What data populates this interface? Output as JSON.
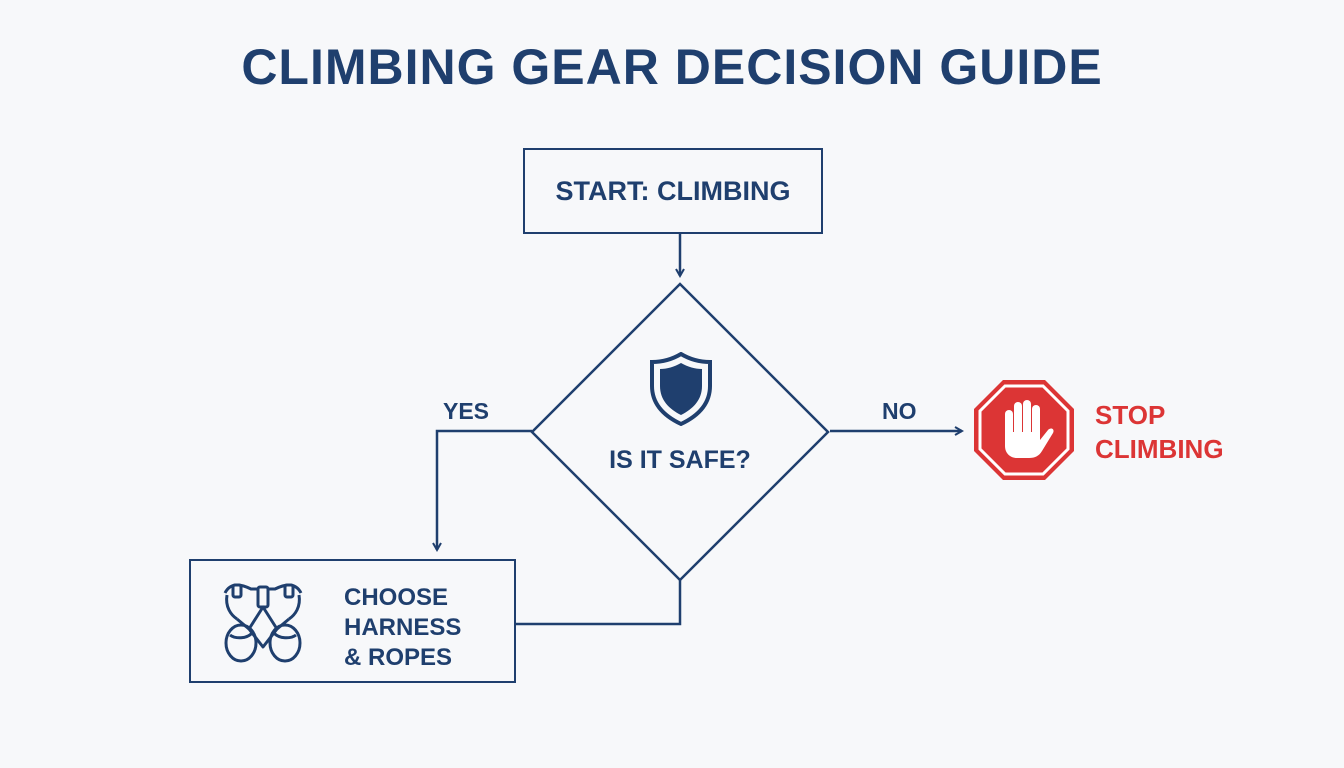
{
  "title": "CLIMBING GEAR DECISION GUIDE",
  "nodes": {
    "start": {
      "label": "START: CLIMBING"
    },
    "decision": {
      "question": "IS IT SAFE?",
      "icon": "shield-icon"
    },
    "stop": {
      "line1": "STOP",
      "line2": "CLIMBING",
      "icon": "stop-hand-icon"
    },
    "choose": {
      "line1": "CHOOSE",
      "line2": "HARNESS",
      "line3": "& ROPES",
      "icon": "harness-icon"
    }
  },
  "edges": {
    "yes_label": "YES",
    "no_label": "NO"
  },
  "colors": {
    "primary": "#1f3f6e",
    "stop": "#dc3535",
    "background": "#f7f8fa"
  }
}
